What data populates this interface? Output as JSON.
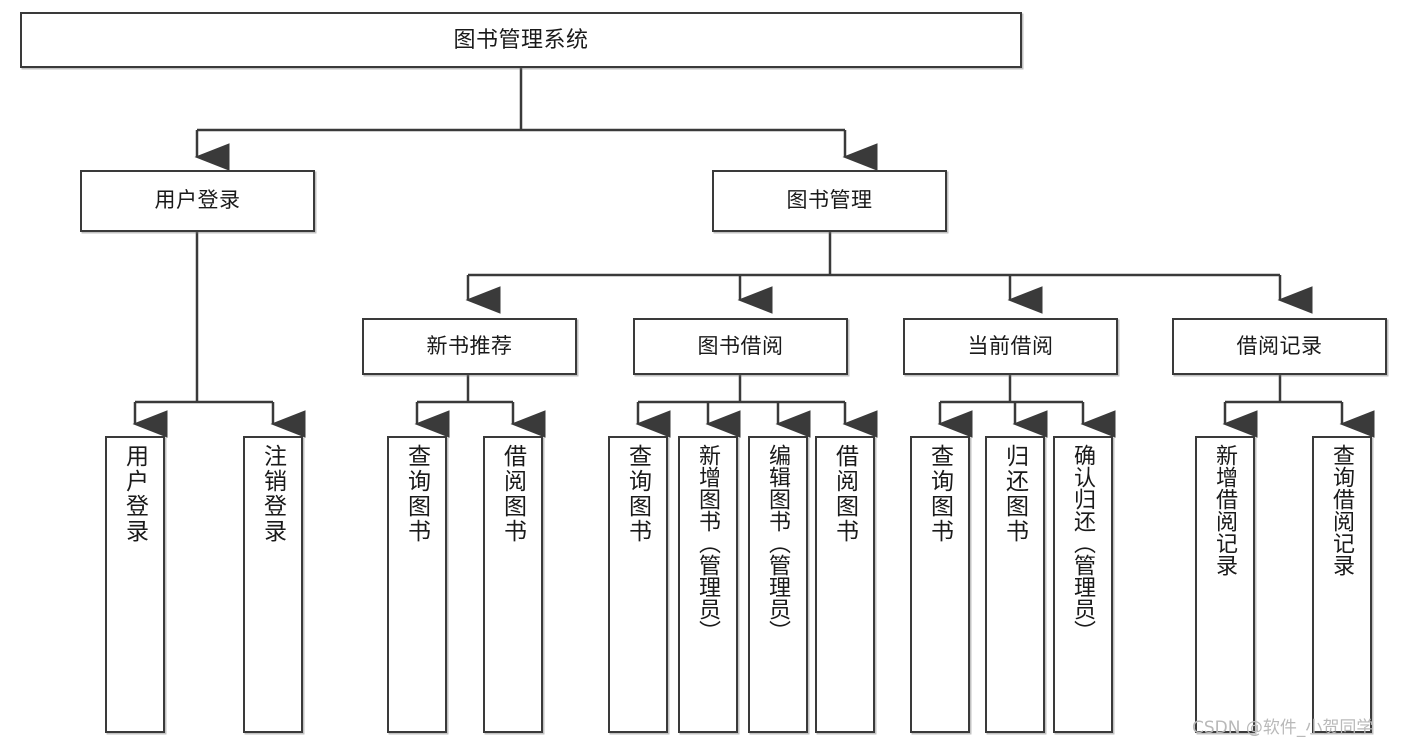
{
  "diagram": {
    "title": "图书管理系统",
    "type": "function-hierarchy-tree",
    "watermark": "CSDN @软件_小贺同学",
    "colors": {
      "background": "#ffffff",
      "border": "#3a3a3a",
      "text": "#1a1a1a",
      "watermark": "#b9b9b9"
    },
    "levels": {
      "root": [
        "图书管理系统"
      ],
      "level2": [
        "用户登录",
        "图书管理"
      ],
      "level3": [
        "新书推荐",
        "图书借阅",
        "当前借阅",
        "借阅记录"
      ],
      "leaves": [
        "用户登录",
        "注销登录",
        "查询图书",
        "借阅图书",
        "查询图书",
        "新增图书（管理员）",
        "编辑图书（管理员）",
        "借阅图书",
        "查询图书",
        "归还图书",
        "确认归还（管理员）",
        "新增借阅记录",
        "查询借阅记录"
      ]
    },
    "nodes": {
      "root": {
        "label": "图书管理系统"
      },
      "user_login": {
        "label": "用户登录"
      },
      "book_manage": {
        "label": "图书管理"
      },
      "new_book_rec": {
        "label": "新书推荐"
      },
      "book_borrow": {
        "label": "图书借阅"
      },
      "current_borrow": {
        "label": "当前借阅"
      },
      "borrow_record": {
        "label": "借阅记录"
      },
      "leaf_user_login": {
        "label": "用户登录"
      },
      "leaf_logout": {
        "label": "注销登录"
      },
      "leaf_query_book_1": {
        "label": "查询图书"
      },
      "leaf_borrow_book_1": {
        "label": "借阅图书"
      },
      "leaf_query_book_2": {
        "label": "查询图书"
      },
      "leaf_add_book": {
        "label": "新增图书（管理员）"
      },
      "leaf_edit_book": {
        "label": "编辑图书（管理员）"
      },
      "leaf_borrow_book_2": {
        "label": "借阅图书"
      },
      "leaf_query_book_3": {
        "label": "查询图书"
      },
      "leaf_return_book": {
        "label": "归还图书"
      },
      "leaf_confirm_return": {
        "label": "确认归还（管理员）"
      },
      "leaf_add_record": {
        "label": "新增借阅记录"
      },
      "leaf_query_record": {
        "label": "查询借阅记录"
      }
    }
  }
}
